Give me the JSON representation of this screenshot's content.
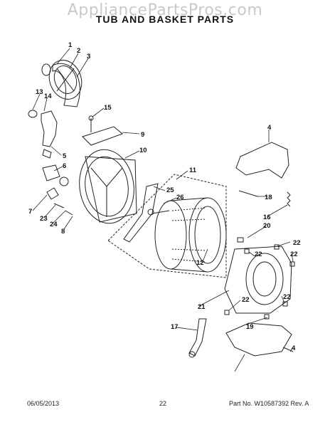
{
  "watermark": "AppliancePartsPros.com",
  "title": "TUB AND BASKET PARTS",
  "footer": {
    "date": "06/05/2013",
    "page": "22",
    "part_no": "Part No. W10587392  Rev. A"
  },
  "callouts": [
    "1",
    "2",
    "3",
    "13",
    "14",
    "15",
    "9",
    "5",
    "6",
    "10",
    "11",
    "4",
    "7",
    "23",
    "24",
    "8",
    "25",
    "26",
    "18",
    "16",
    "20",
    "22",
    "22",
    "12",
    "22",
    "21",
    "22",
    "22",
    "19",
    "17",
    "4"
  ]
}
